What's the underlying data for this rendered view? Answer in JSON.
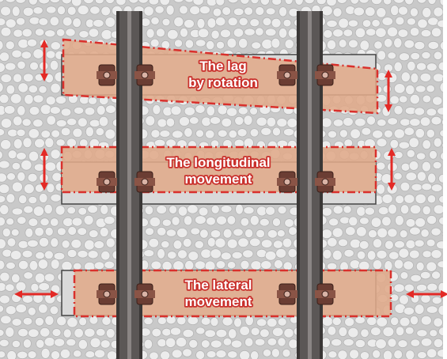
{
  "labels": {
    "rotation": [
      "The lag",
      "by rotation"
    ],
    "longitudinal": [
      "The longitudinal",
      "movement"
    ],
    "lateral": [
      "The lateral",
      "movement"
    ]
  },
  "colors": {
    "ballast_bg": "#c9c9c9",
    "stone_fill": "#ececec",
    "stone_stroke": "#b5b5b5",
    "sleeper_gray": "#d9d9d9",
    "sleeper_outline": "#444444",
    "overlay_fill": "#e0aa8a",
    "overlay_stroke": "#d9302c",
    "rail": "#5b5756",
    "rail_dark": "#3a3736",
    "rail_light": "#8a8584",
    "fastener": "#6b3d33",
    "arrow": "#e32a26"
  },
  "icons": [
    "double-headed-arrow-icon",
    "rail-fastener-icon"
  ]
}
